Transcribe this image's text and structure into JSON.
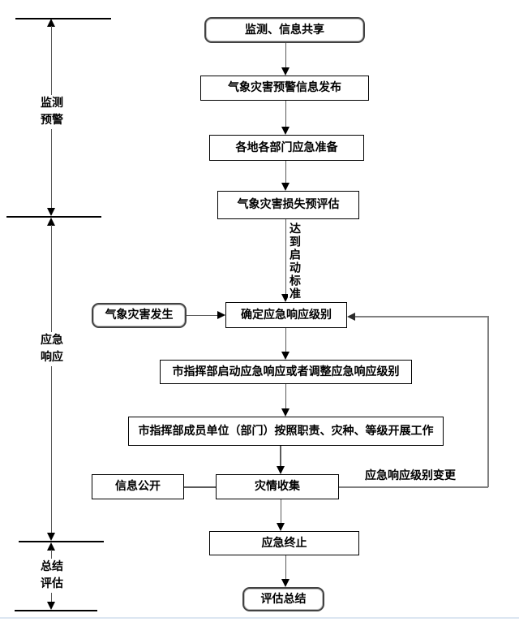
{
  "phases": {
    "monitor_warning": {
      "line1": "监测",
      "line2": "预警"
    },
    "emergency_response": {
      "line1": "应急",
      "line2": "响应"
    },
    "summary_evaluation": {
      "line1": "总结",
      "line2": "评估"
    }
  },
  "nodes": {
    "monitoring_info_sharing": "监测、信息共享",
    "warning_info_release": "气象灾害预警信息发布",
    "department_preparation": "各地各部门应急准备",
    "loss_pre_assessment": "气象灾害损失预评估",
    "determine_response_level": "确定应急响应级别",
    "disaster_occurs": "气象灾害发生",
    "start_or_adjust_response": "市指挥部启动应急响应或者调整应急响应级别",
    "members_carry_out_work": "市指挥部成员单位（部门）按照职责、灾种、等级开展工作",
    "info_disclosure": "信息公开",
    "disaster_info_collection": "灾情收集",
    "response_termination": "应急终止",
    "evaluation_summary": "评估总结"
  },
  "edge_labels": {
    "reach_activation_criteria": "达到启动标准",
    "response_level_change": "应急响应级别变更"
  },
  "colors": {
    "box_border": "#000000",
    "rounded_border": "#424242",
    "connector_line": "#5a5a5a",
    "feedback_line": "#808080",
    "arrowhead": "#000000",
    "bottom_strip": "#dce6f1"
  }
}
